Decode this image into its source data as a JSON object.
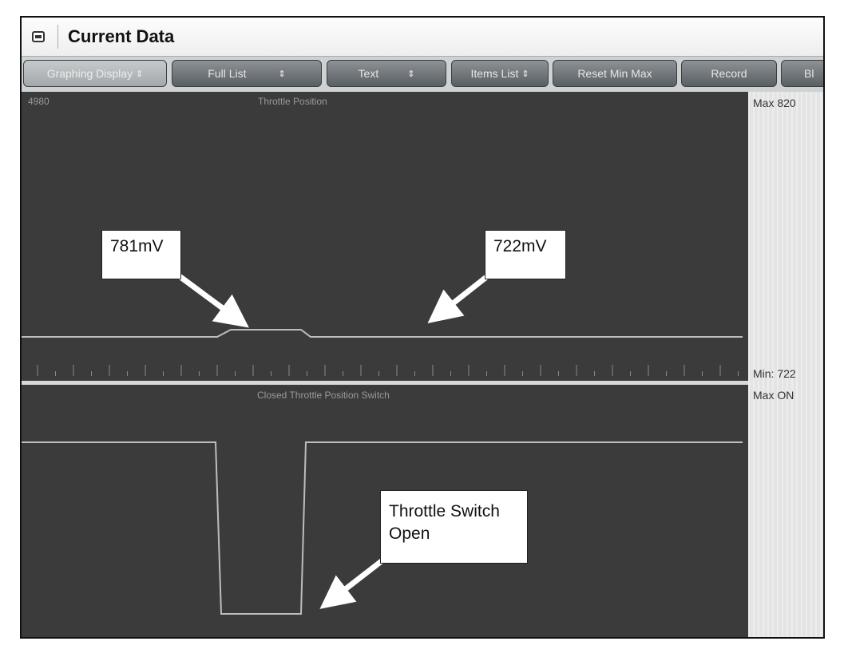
{
  "window": {
    "title": "Current Data"
  },
  "toolbar": {
    "buttons": [
      {
        "label": "Graphing Display",
        "arrow": "⇕"
      },
      {
        "label": "Full List",
        "arrow": "⇕"
      },
      {
        "label": "Text",
        "arrow": "⇕"
      },
      {
        "label": "Items List",
        "arrow": "⇕"
      },
      {
        "label": "Reset Min Max",
        "arrow": ""
      },
      {
        "label": "Record",
        "arrow": ""
      },
      {
        "label": "Bl",
        "arrow": ""
      }
    ]
  },
  "graph1": {
    "value_readout": "4980",
    "title": "Throttle Position",
    "max_label": "Max 820",
    "min_label": "Min: 722"
  },
  "graph2": {
    "title": "Closed Throttle Position Switch",
    "max_label": "Max ON"
  },
  "callouts": {
    "left_mv": "781mV",
    "right_mv": "722mV",
    "switch_line1": "Throttle Switch",
    "switch_line2": "Open"
  },
  "colors": {
    "plot_bg": "#3b3b3b",
    "trace": "#bdbdbd",
    "toolbar_button": "#6f7478",
    "side_panel": "#e4e4e4"
  }
}
